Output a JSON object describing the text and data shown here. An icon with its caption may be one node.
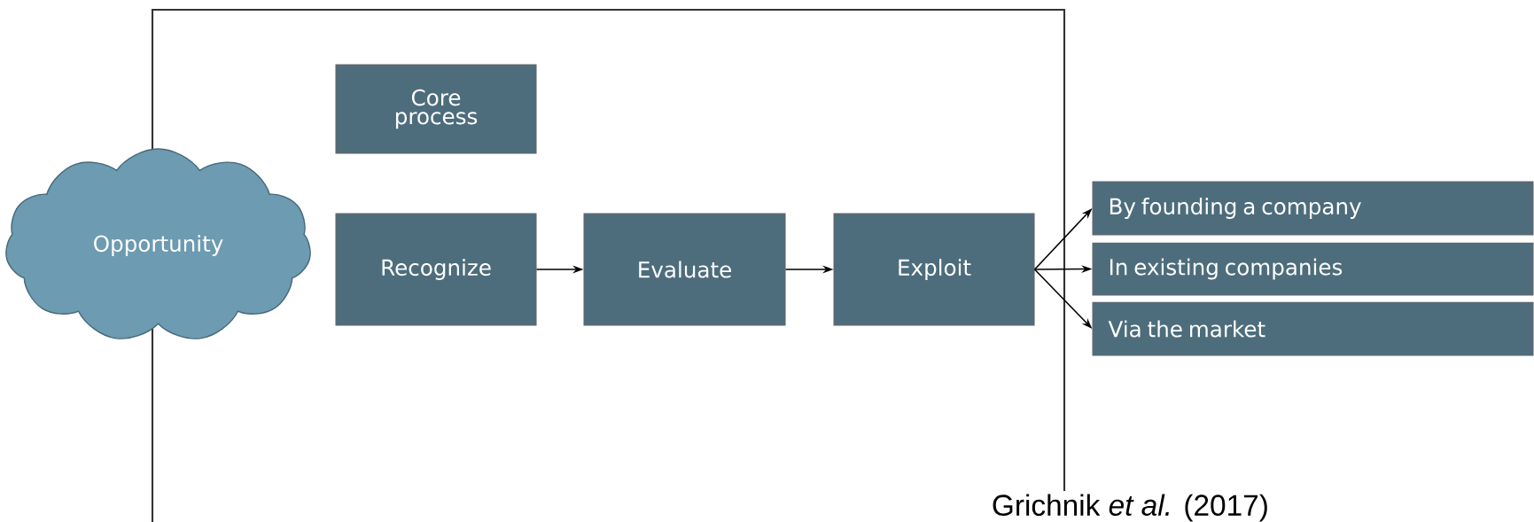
{
  "diagram": {
    "nodes": [
      {
        "text": [
          "Opportunity"
        ]
      },
      {
        "text": [
          "Core process"
        ]
      },
      {
        "text": [
          "Recognize"
        ]
      },
      {
        "text": [
          "Evaluate"
        ]
      },
      {
        "text": [
          "Exploit"
        ]
      },
      {
        "text": [
          "By founding a company"
        ]
      },
      {
        "text": [
          "In existing companies"
        ]
      },
      {
        "text": [
          "Via the market"
        ]
      }
    ],
    "edges": [
      {
        "from": 2,
        "to": 3,
        "arrow": "to"
      },
      {
        "from": 3,
        "to": 4,
        "arrow": "to"
      },
      {
        "from": 4,
        "to": 5,
        "arrow": "to"
      },
      {
        "from": 4,
        "to": 6,
        "arrow": "to"
      },
      {
        "from": 4,
        "to": 7,
        "arrow": "to"
      }
    ],
    "labels": [
      "Grichnik *et al.* (2017)"
    ]
  }
}
